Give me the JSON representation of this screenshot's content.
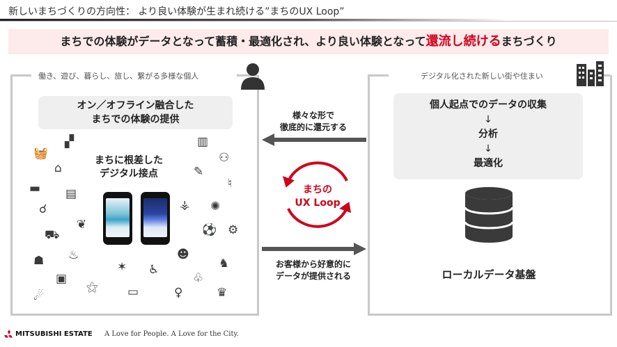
{
  "title": "新しいまちづくりの方向性： より良い体験が生まれ続ける”まちのUX Loop”",
  "banner": {
    "part1": "まちでの体験がデータとなって蓄積・最適化され、より良い体験となって",
    "highlight": "還流し続ける",
    "part2": "まちづくり"
  },
  "left_panel": {
    "label": "働き、遊び、暮らし、旅し、繋がる多様な個人",
    "box_line1": "オン／オフライン融合した",
    "box_line2": "まちでの体験の提供",
    "touchpoint_line1": "まちに根差した",
    "touchpoint_line2": "デジタル接点"
  },
  "right_panel": {
    "label": "デジタル化された新しい街や住まい",
    "step1": "個人起点でのデータの収集",
    "step2": "分析",
    "step3": "最適化",
    "arrow_glyph": "↓",
    "database_label": "ローカルデータ基盤"
  },
  "arrows": {
    "top_line1": "様々な形で",
    "top_line2": "徹底的に還元する",
    "bottom_line1": "お客様から好意的に",
    "bottom_line2": "データが提供される"
  },
  "loop": {
    "line1": "まちの",
    "line2": "UX Loop"
  },
  "footer": {
    "brand": "MITSUBISHI ESTATE",
    "tagline": "A Love for People. A Love for the City."
  },
  "colors": {
    "accent_red": "#d0021b",
    "banner_bg": "#fdeaea",
    "panel_border": "#c8c8c8",
    "box_bg": "#efefef",
    "arrow_gray": "#555555"
  },
  "icons": [
    "basket-icon",
    "stroller-icon",
    "building-icon",
    "dancers-icon",
    "home-icon",
    "syringe-icon",
    "bed-icon",
    "presentation-icon",
    "toast-icon",
    "balloon-icon",
    "antenna-icon",
    "fireworks-icon",
    "car-icon",
    "plant-hand-icon",
    "sports-balls-icon",
    "robot-icon",
    "family-icon",
    "food-tray-icon",
    "group-icon",
    "cash-register-icon",
    "running-icon",
    "star-sparkle-icon",
    "caregiver-icon",
    "park-bench-icon",
    "dragon-icon",
    "tablet-hand-icon",
    "pregnant-icon",
    "tennis-icon",
    "celebration-icon",
    "user-icon",
    "city-buildings-icon",
    "database-icon",
    "loop-icon"
  ]
}
